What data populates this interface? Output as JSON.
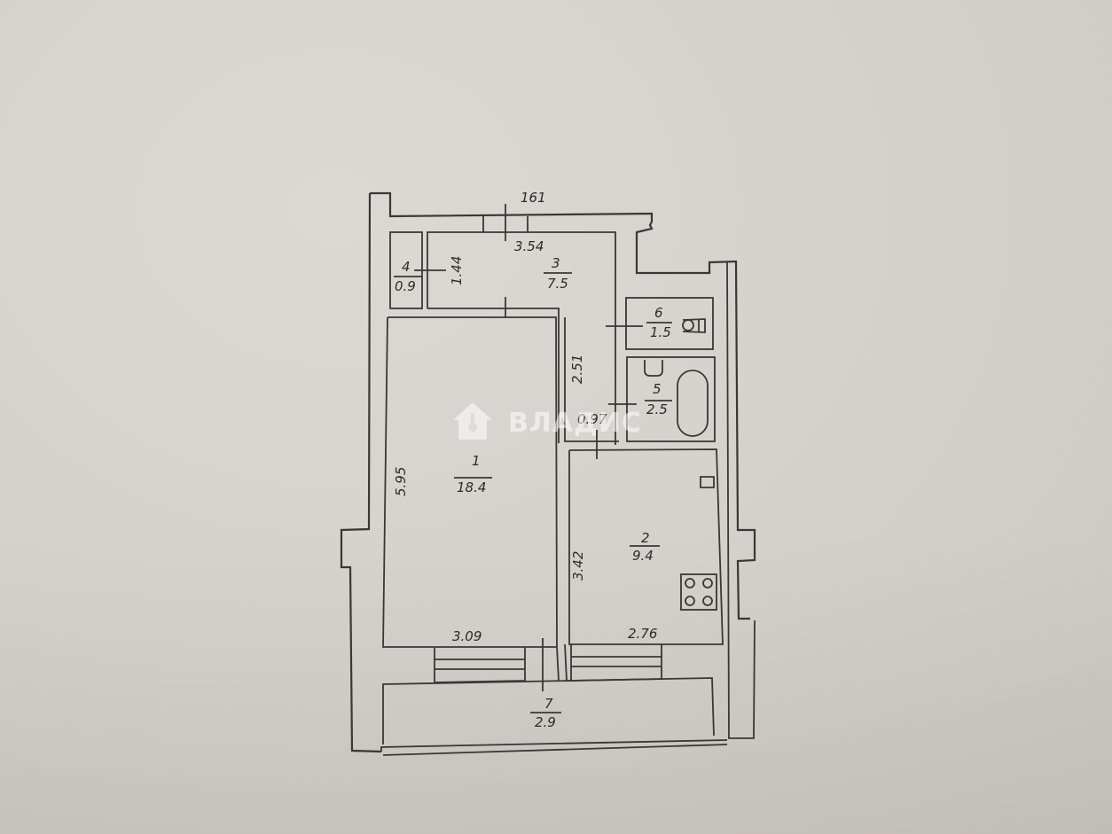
{
  "plan": {
    "overall_label": "161",
    "rooms": [
      {
        "id": "1",
        "number": "1",
        "area": "18.4",
        "dims": {
          "height": "5.95",
          "width": "3.09"
        }
      },
      {
        "id": "2",
        "number": "2",
        "area": "9.4",
        "dims": {
          "height": "3.42",
          "width": "2.76"
        }
      },
      {
        "id": "3",
        "number": "3",
        "area": "7.5",
        "dims": {
          "width": "3.54",
          "height": "1.44"
        }
      },
      {
        "id": "4",
        "number": "4",
        "area": "0.9"
      },
      {
        "id": "5",
        "number": "5",
        "area": "2.5"
      },
      {
        "id": "6",
        "number": "6",
        "area": "1.5"
      },
      {
        "id": "7",
        "number": "7",
        "area": "2.9"
      }
    ],
    "corridor_dims": {
      "height": "2.51",
      "width": "0.97"
    }
  },
  "watermark": {
    "text": "ВЛАДИС",
    "icon": "house-key-icon"
  },
  "colors": {
    "paper": "#d6d2cd",
    "ink": "#3a3734",
    "watermark": "#ffffff"
  }
}
